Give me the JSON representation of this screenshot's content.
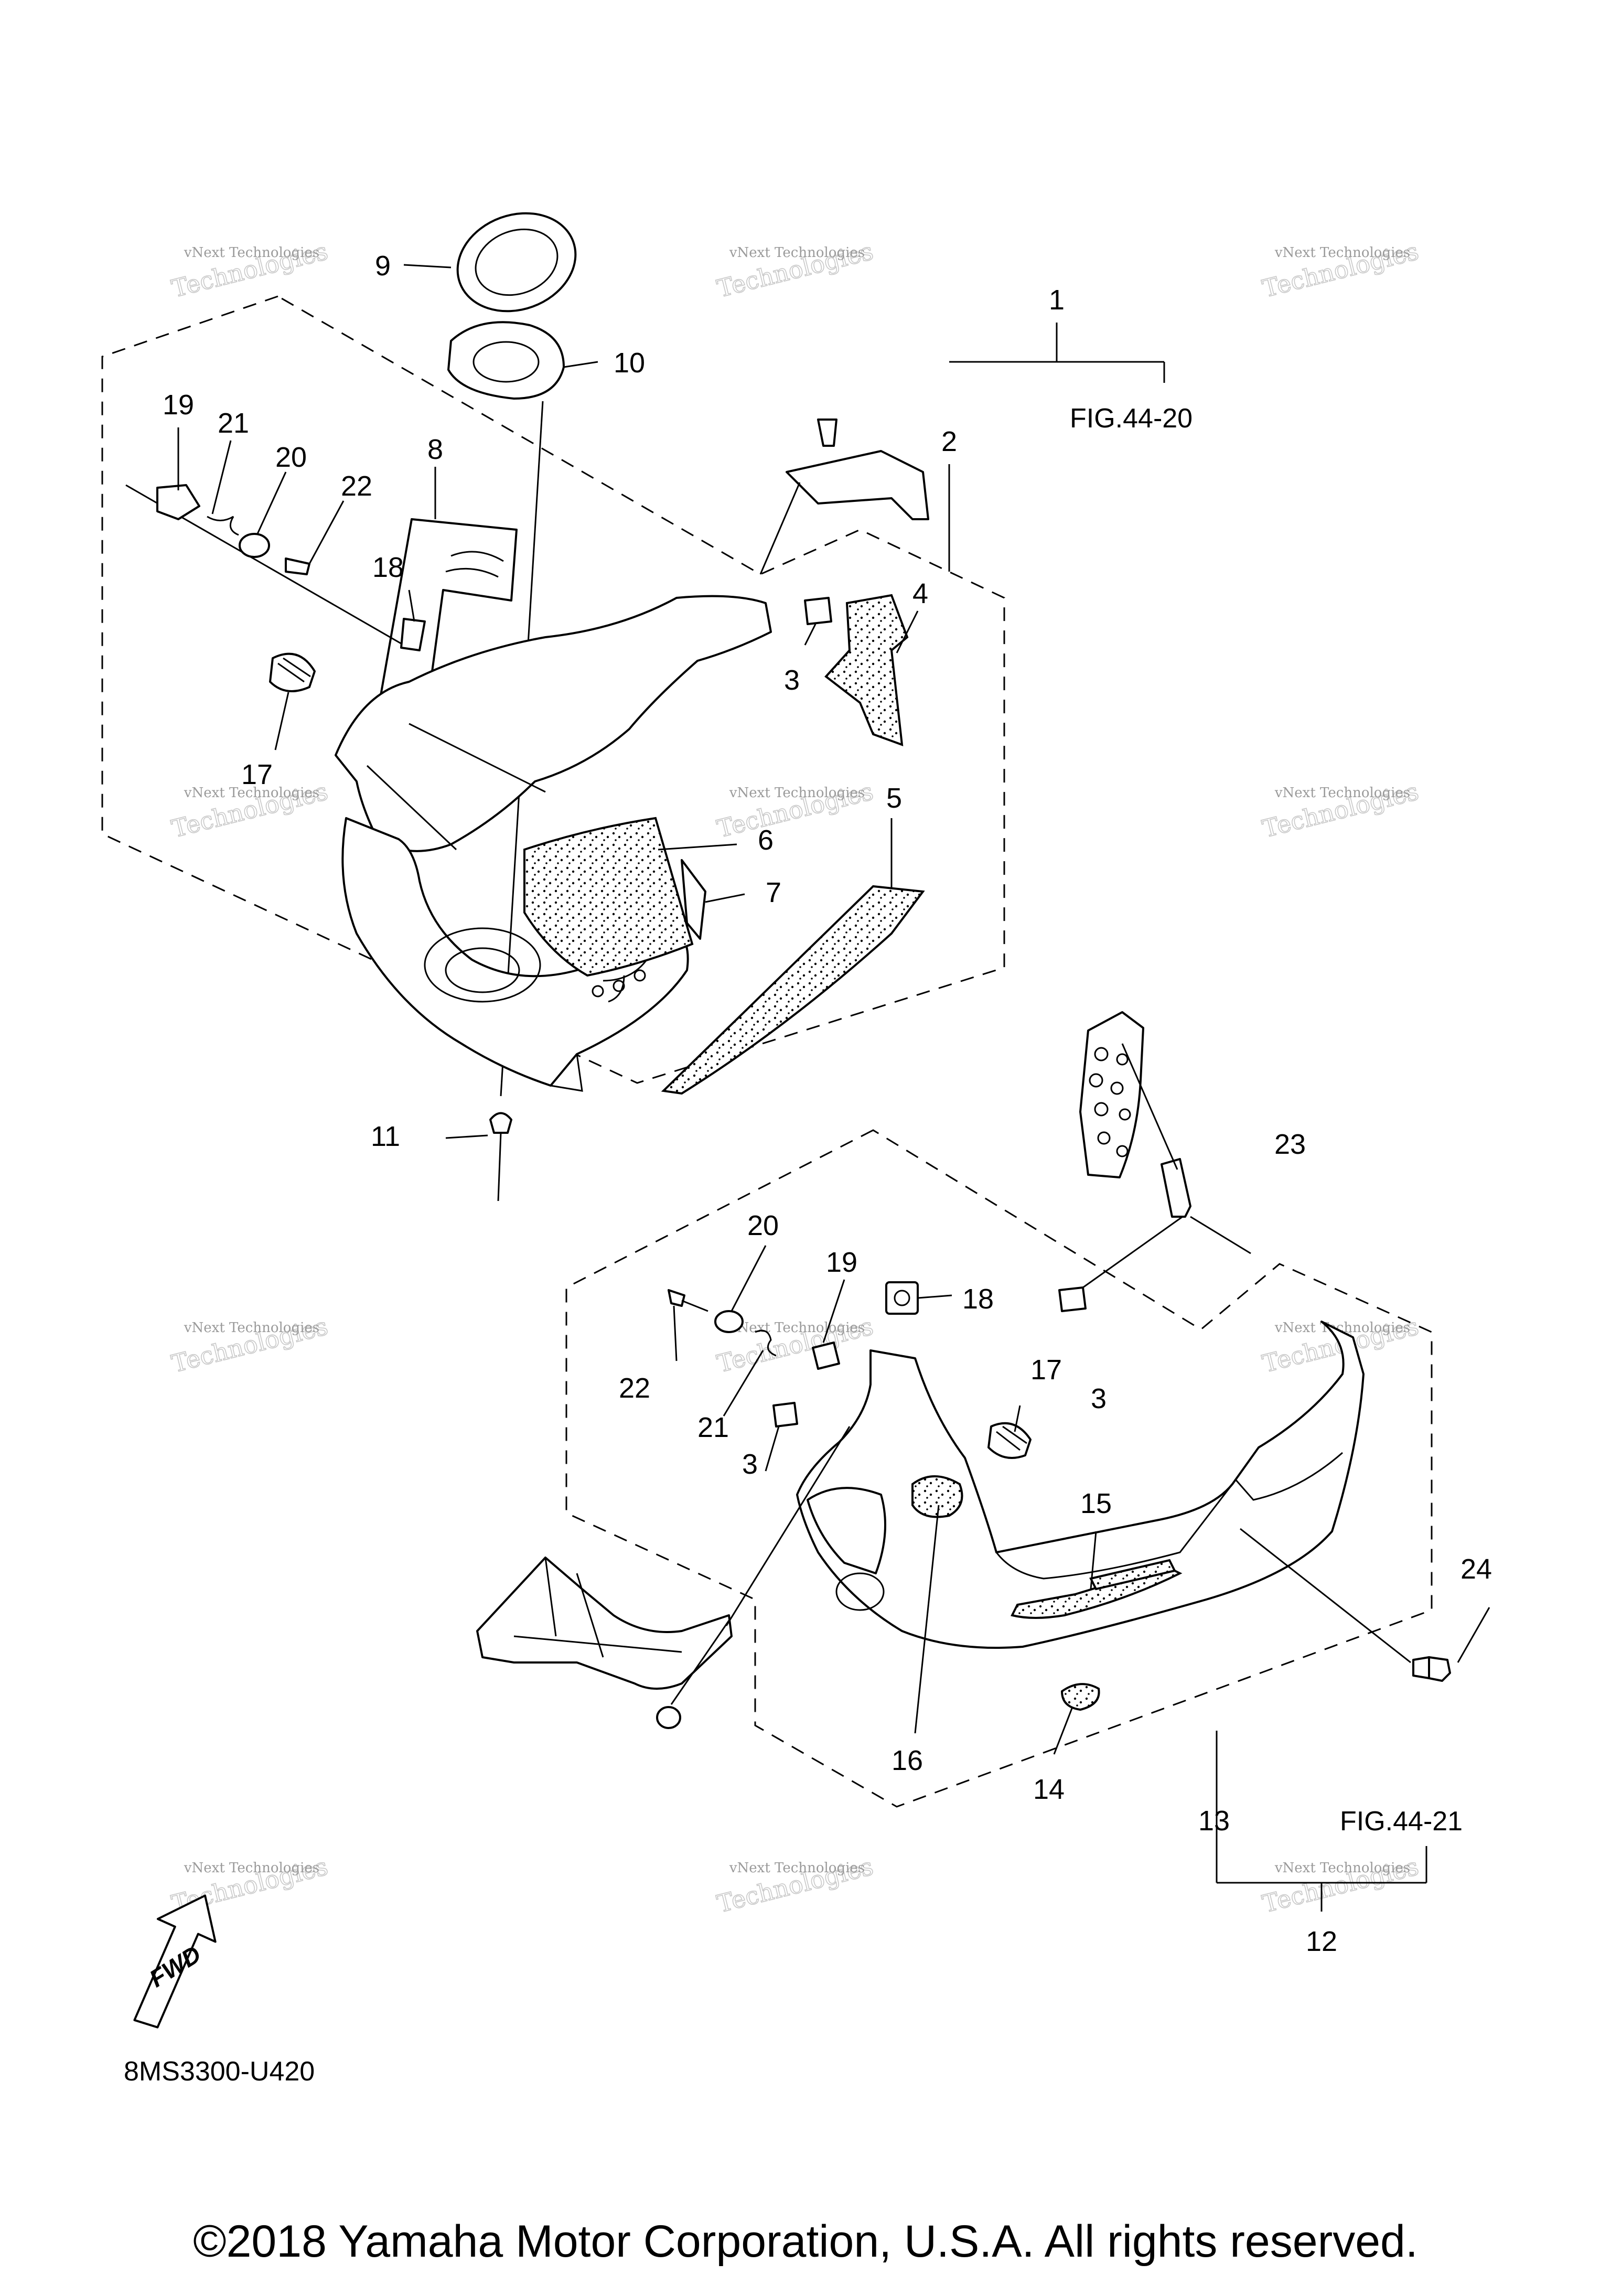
{
  "callouts": [
    {
      "id": "c1",
      "label": "1"
    },
    {
      "id": "c2",
      "label": "2"
    },
    {
      "id": "c3a",
      "label": "3"
    },
    {
      "id": "c4",
      "label": "4"
    },
    {
      "id": "c5",
      "label": "5"
    },
    {
      "id": "c6",
      "label": "6"
    },
    {
      "id": "c7",
      "label": "7"
    },
    {
      "id": "c8",
      "label": "8"
    },
    {
      "id": "c9",
      "label": "9"
    },
    {
      "id": "c10",
      "label": "10"
    },
    {
      "id": "c11",
      "label": "11"
    },
    {
      "id": "c17a",
      "label": "17"
    },
    {
      "id": "c18a",
      "label": "18"
    },
    {
      "id": "c19a",
      "label": "19"
    },
    {
      "id": "c20a",
      "label": "20"
    },
    {
      "id": "c21a",
      "label": "21"
    },
    {
      "id": "c22a",
      "label": "22"
    },
    {
      "id": "c23",
      "label": "23"
    },
    {
      "id": "c20b",
      "label": "20"
    },
    {
      "id": "c19b",
      "label": "19"
    },
    {
      "id": "c18b",
      "label": "18"
    },
    {
      "id": "c3b",
      "label": "3"
    },
    {
      "id": "c22b",
      "label": "22"
    },
    {
      "id": "c21b",
      "label": "21"
    },
    {
      "id": "c17b",
      "label": "17"
    },
    {
      "id": "c3c",
      "label": "3"
    },
    {
      "id": "c15",
      "label": "15"
    },
    {
      "id": "c24",
      "label": "24"
    },
    {
      "id": "c16",
      "label": "16"
    },
    {
      "id": "c14",
      "label": "14"
    },
    {
      "id": "c13",
      "label": "13"
    },
    {
      "id": "c12",
      "label": "12"
    }
  ],
  "references": {
    "upper": "FIG.44-20",
    "lower": "FIG.44-21"
  },
  "fwd_badge": "FWD",
  "drawing_code": "8MS3300-U420",
  "watermark": {
    "line1": "vNext Technologies",
    "line2": "Technologies"
  },
  "footer": "©2018 Yamaha Motor Corporation, U.S.A. All rights reserved."
}
